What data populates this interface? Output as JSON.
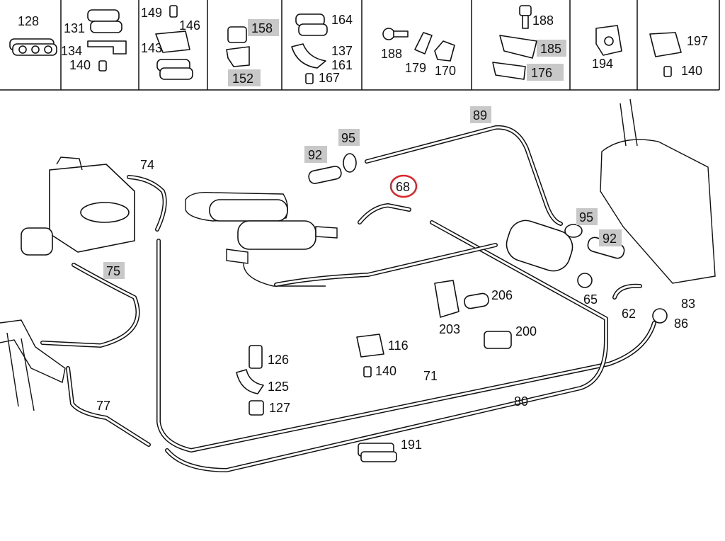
{
  "header_parts": [
    {
      "id": "hdr-128",
      "labels": [
        "128"
      ],
      "highlighted": []
    },
    {
      "id": "hdr-131-134-140",
      "labels": [
        "131",
        "134",
        "140"
      ],
      "highlighted": []
    },
    {
      "id": "hdr-149-146-143",
      "labels": [
        "149",
        "146",
        "143"
      ],
      "highlighted": []
    },
    {
      "id": "hdr-158-152",
      "labels": [
        "158",
        "152"
      ],
      "highlighted": [
        "158",
        "152"
      ]
    },
    {
      "id": "hdr-164-137-161-167",
      "labels": [
        "164",
        "137",
        "161",
        "167"
      ],
      "highlighted": []
    },
    {
      "id": "hdr-188-179-170",
      "labels": [
        "188",
        "179",
        "170"
      ],
      "highlighted": []
    },
    {
      "id": "hdr-188-185-176",
      "labels": [
        "188",
        "185",
        "176"
      ],
      "highlighted": [
        "185",
        "176"
      ]
    },
    {
      "id": "hdr-194",
      "labels": [
        "194"
      ],
      "highlighted": []
    },
    {
      "id": "hdr-197-140",
      "labels": [
        "197",
        "140"
      ],
      "highlighted": []
    }
  ],
  "callouts": [
    "74",
    "75",
    "77",
    "80",
    "71",
    "89",
    "92",
    "95",
    "68",
    "95",
    "92",
    "65",
    "62",
    "83",
    "86",
    "206",
    "203",
    "200",
    "116",
    "140",
    "126",
    "125",
    "127",
    "191"
  ],
  "highlighted_callouts": [
    "75",
    "89",
    "92",
    "95",
    "95",
    "92"
  ],
  "selected_part": "68",
  "colors": {
    "line": "#111111",
    "highlight": "#c8c8c8",
    "selection_ring": "#e0242b",
    "background": "#ffffff"
  }
}
